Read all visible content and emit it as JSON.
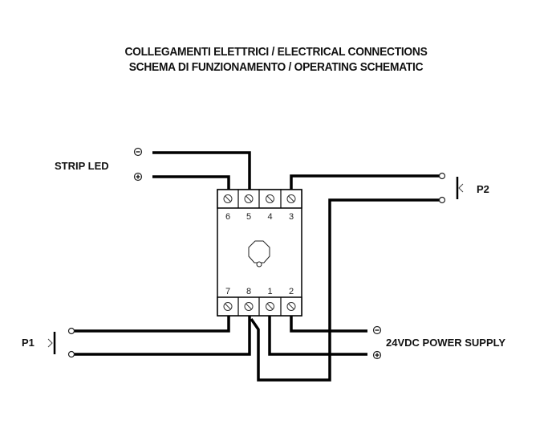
{
  "title": {
    "line1": "COLLEGAMENTI ELETTRICI / ELECTRICAL CONNECTIONS",
    "line2": "SCHEMA DI FUNZIONAMENTO / OPERATING SCHEMATIC"
  },
  "labels": {
    "strip_led": "STRIP LED",
    "p1": "P1",
    "p2": "P2",
    "power_supply": "24VDC POWER SUPPLY"
  },
  "polarity": {
    "minus": "minus-symbol",
    "plus": "plus-symbol"
  },
  "terminals": {
    "top": [
      "6",
      "5",
      "4",
      "3"
    ],
    "bottom": [
      "7",
      "8",
      "1",
      "2"
    ]
  },
  "connections": [
    {
      "from": "STRIP LED -",
      "to": "terminal 5"
    },
    {
      "from": "STRIP LED +",
      "to": "terminal 6"
    },
    {
      "from": "terminal 3",
      "to": "P2 upper contact"
    },
    {
      "from": "terminal 8",
      "to": "P2 lower contact"
    },
    {
      "from": "P1 upper contact",
      "to": "terminal 7"
    },
    {
      "from": "P1 lower contact",
      "to": "terminal 8"
    },
    {
      "from": "terminal 2",
      "to": "24VDC -"
    },
    {
      "from": "terminal 1",
      "to": "24VDC +"
    }
  ],
  "colors": {
    "line": "#000000",
    "background": "#ffffff"
  }
}
